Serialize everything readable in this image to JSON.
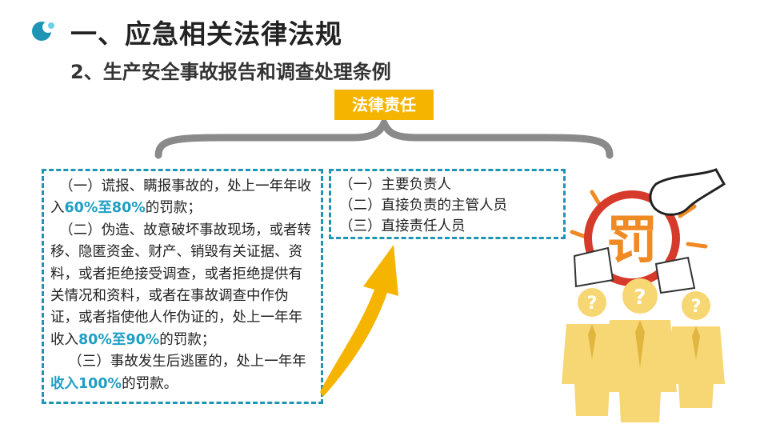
{
  "header": {
    "title": "一、应急相关法律法规",
    "subtitle": "2、生产安全事故报告和调查处理条例"
  },
  "badge": {
    "label": "法律责任"
  },
  "left_box": {
    "item1": {
      "prefix": "（一）谎报、瞒报事故的，处上一年年收入",
      "hl": "60%至80%",
      "suffix": "的罚款；"
    },
    "item2": {
      "prefix": "（二）伪造、故意破坏事故现场，或者转移、隐匿资金、财产、销毁有关证据、资料，或者拒绝接受调查，或者拒绝提供有关情况和资料，或者在事故调查中作伪证，或者指使他人作伪证的，处上一年年收入",
      "hl": "80%至90%",
      "suffix": "的罚款；"
    },
    "item3": {
      "prefix": "（三）事故发生后逃匿的，处上一年年",
      "hl": "收入100%",
      "suffix": "的罚款。"
    }
  },
  "right_box": {
    "items": [
      "（一）主要负责人",
      "（二）直接负责的主管人员",
      "（三）直接责任人员"
    ]
  },
  "illustration": {
    "stamp_text": "罚",
    "question_mark": "?"
  },
  "colors": {
    "accent_blue": "#1e95b4",
    "highlight": "#1f9ec4",
    "badge_orange": "#f5b400",
    "figure_yellow": "#f7d774",
    "stamp_red": "#d63a2a",
    "stamp_orange": "#f08a24"
  }
}
